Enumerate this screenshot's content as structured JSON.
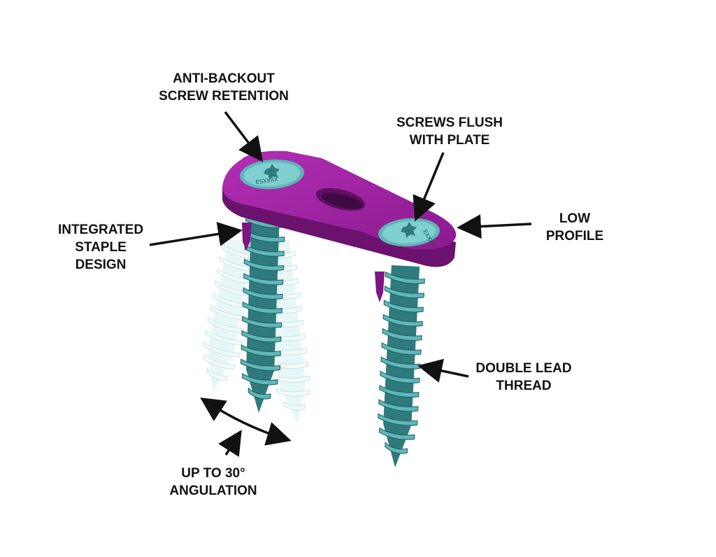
{
  "callouts": {
    "anti_backout": {
      "line1": "ANTI-BACKOUT",
      "line2": "SCREW RETENTION"
    },
    "screws_flush": {
      "line1": "SCREWS FLUSH",
      "line2": "WITH PLATE"
    },
    "low_profile": {
      "line1": "LOW",
      "line2": "PROFILE"
    },
    "integrated_staple": {
      "line1": "INTEGRATED",
      "line2": "STAPLE",
      "line3": "DESIGN"
    },
    "double_lead": {
      "line1": "DOUBLE LEAD",
      "line2": "THREAD"
    },
    "angulation": {
      "line1": "UP TO 30°",
      "line2": "ANGULATION"
    }
  },
  "screw_head_marking_left": "ESXXXX",
  "screw_head_marking_right": "EXXXX",
  "colors": {
    "plate": "#8a1a8e",
    "plate_light": "#a52aa8",
    "plate_dark": "#5e0f63",
    "screw": "#4aa6a8",
    "screw_dark": "#2f7a7d",
    "screw_light": "#7fd0cf",
    "ghost_screw": "#dff3f3",
    "arrow": "#111111",
    "text": "#111111"
  }
}
